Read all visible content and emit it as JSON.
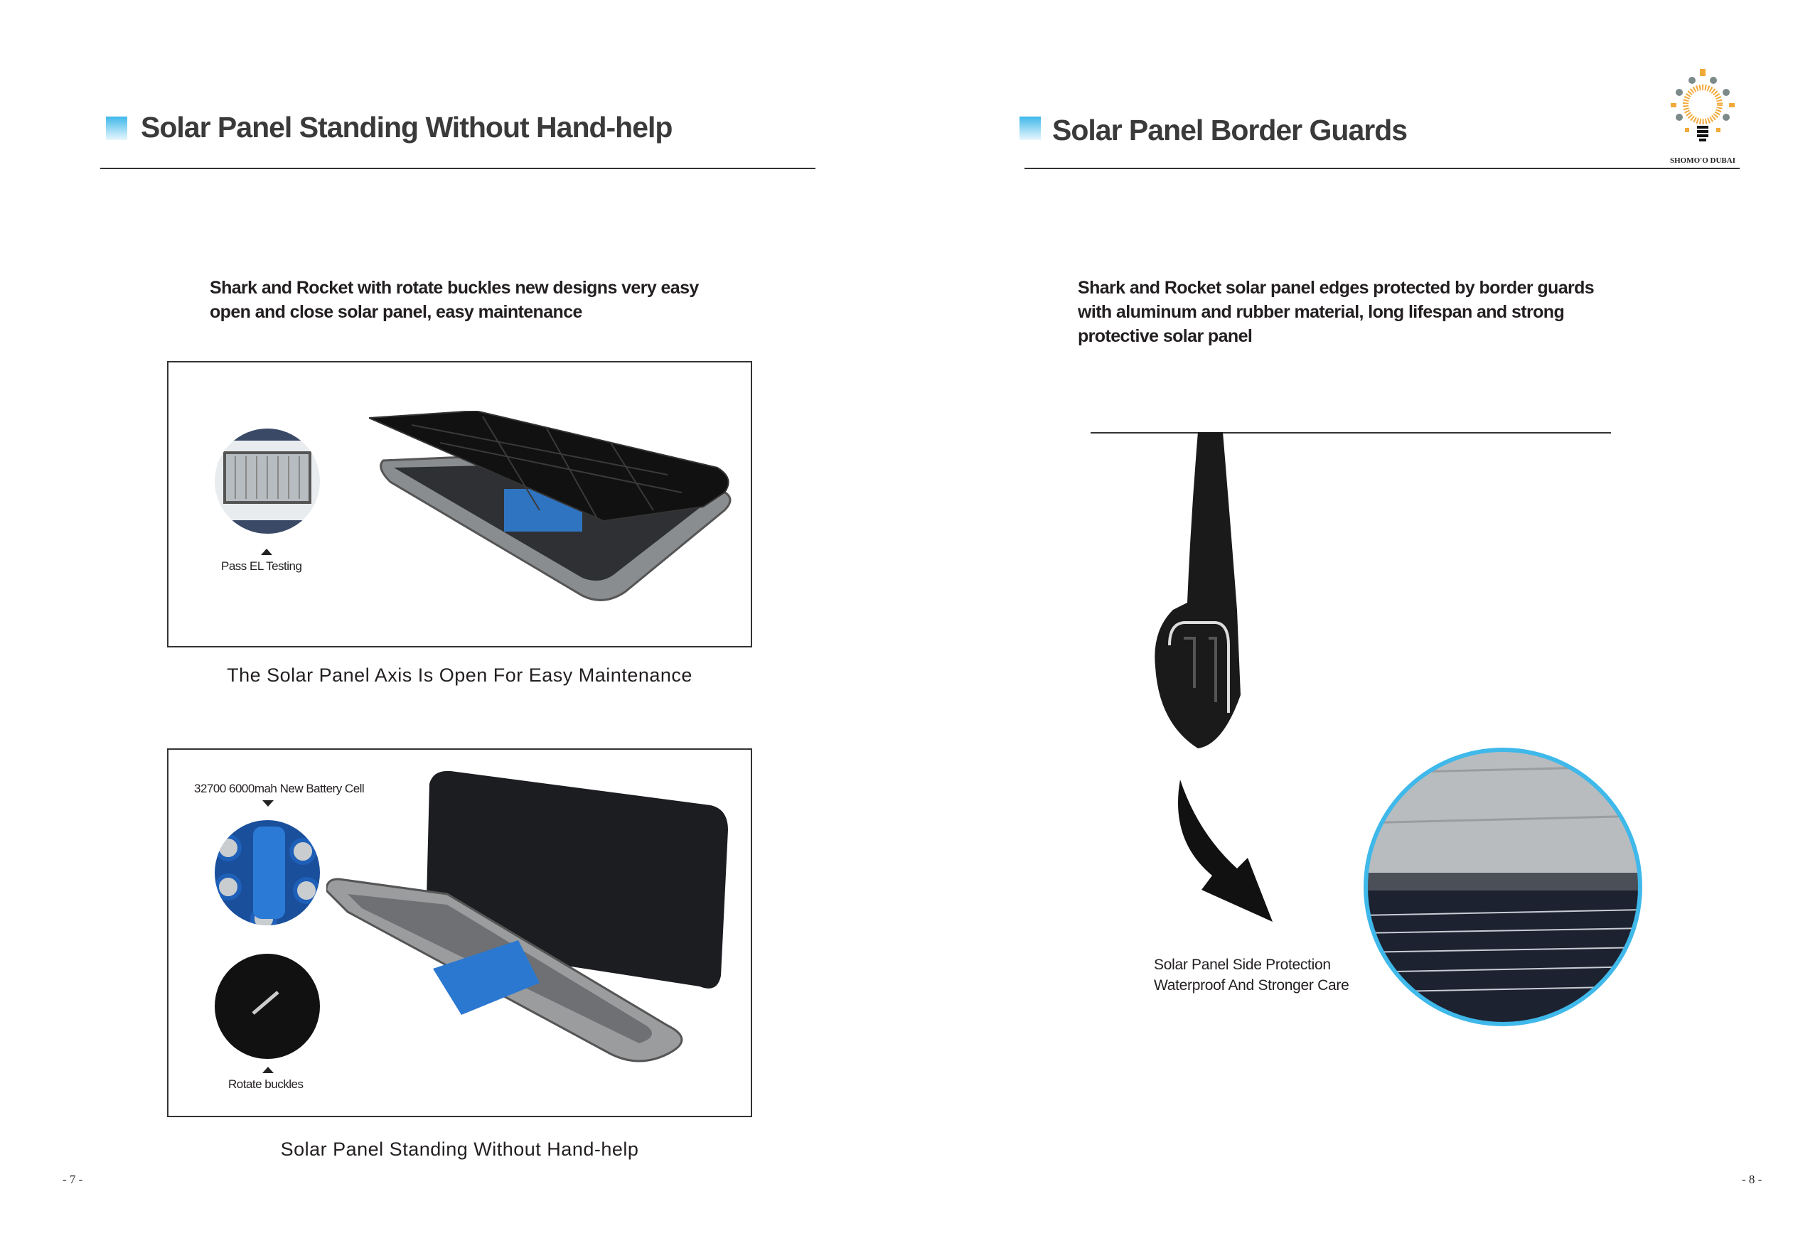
{
  "left_page": {
    "title": "Solar Panel Standing Without Hand-help",
    "description": "Shark and Rocket with rotate buckles new designs very easy open and close solar panel, easy maintenance",
    "figure1": {
      "label": "Pass EL Testing",
      "caption": "The Solar Panel Axis Is Open For Easy Maintenance"
    },
    "figure2": {
      "battery_label": "32700 6000mah New Battery Cell",
      "buckle_label": "Rotate buckles",
      "caption": "Solar Panel Standing Without Hand-help"
    },
    "page_number": "- 7 -"
  },
  "right_page": {
    "title": "Solar Panel Border Guards",
    "logo_text": "SHOMO'O DUBAI",
    "description": "Shark and Rocket solar panel edges protected by border guards with aluminum and rubber material, long lifespan and strong protective solar panel",
    "figure_caption_line1": "Solar Panel Side Protection",
    "figure_caption_line2": "Waterproof And Stronger Care",
    "page_number": "- 8 -"
  },
  "colors": {
    "accent": "#3fb8ea",
    "logo_orange": "#f2a93b",
    "logo_gray": "#7d8a8a"
  }
}
